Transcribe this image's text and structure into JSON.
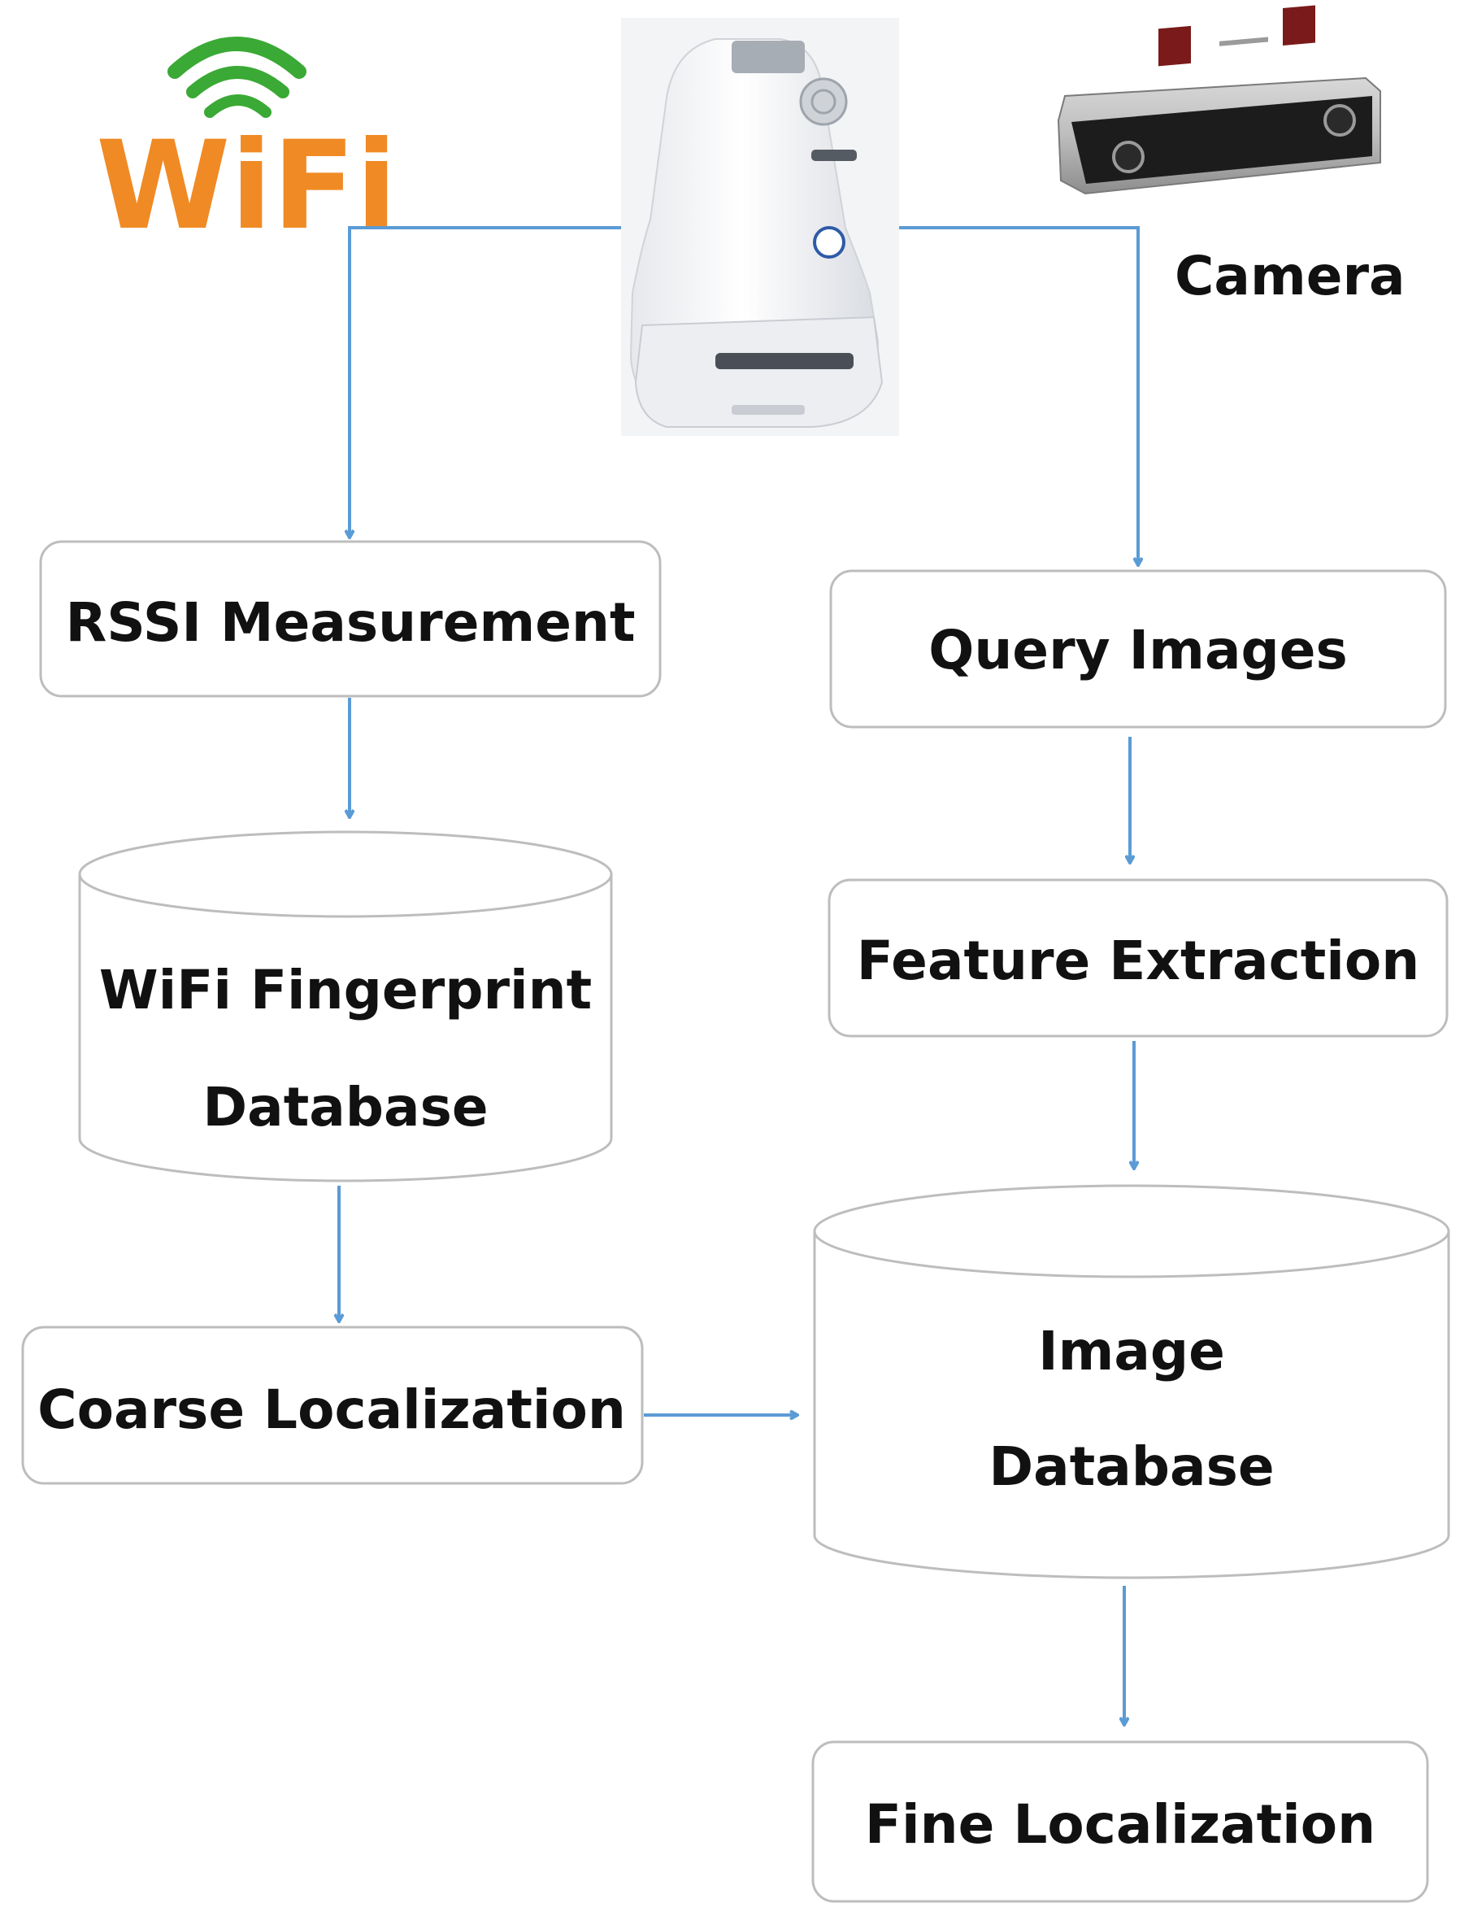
{
  "colors": {
    "arrow": "#5b9bd5",
    "box_border": "#bdbdbd",
    "text": "#111111",
    "wifi_letters": "#f08a24",
    "wifi_dot_and_fi": "#2e86d9",
    "wifi_waves": "#3aa935"
  },
  "logos": {
    "wifi": "WiFi"
  },
  "labels": {
    "camera": "Camera"
  },
  "nodes": {
    "rssi_measurement": "RSSI Measurement",
    "wifi_fingerprint_db_line1": "WiFi Fingerprint",
    "wifi_fingerprint_db_line2": "Database",
    "coarse_localization": "Coarse Localization",
    "query_images": "Query Images",
    "feature_extraction": "Feature Extraction",
    "image_db_line1": "Image",
    "image_db_line2": "Database",
    "fine_localization": "Fine Localization"
  },
  "icons": {
    "robot": "robot-icon",
    "camera": "stereo-camera-icon",
    "wifi": "wifi-logo-icon"
  }
}
